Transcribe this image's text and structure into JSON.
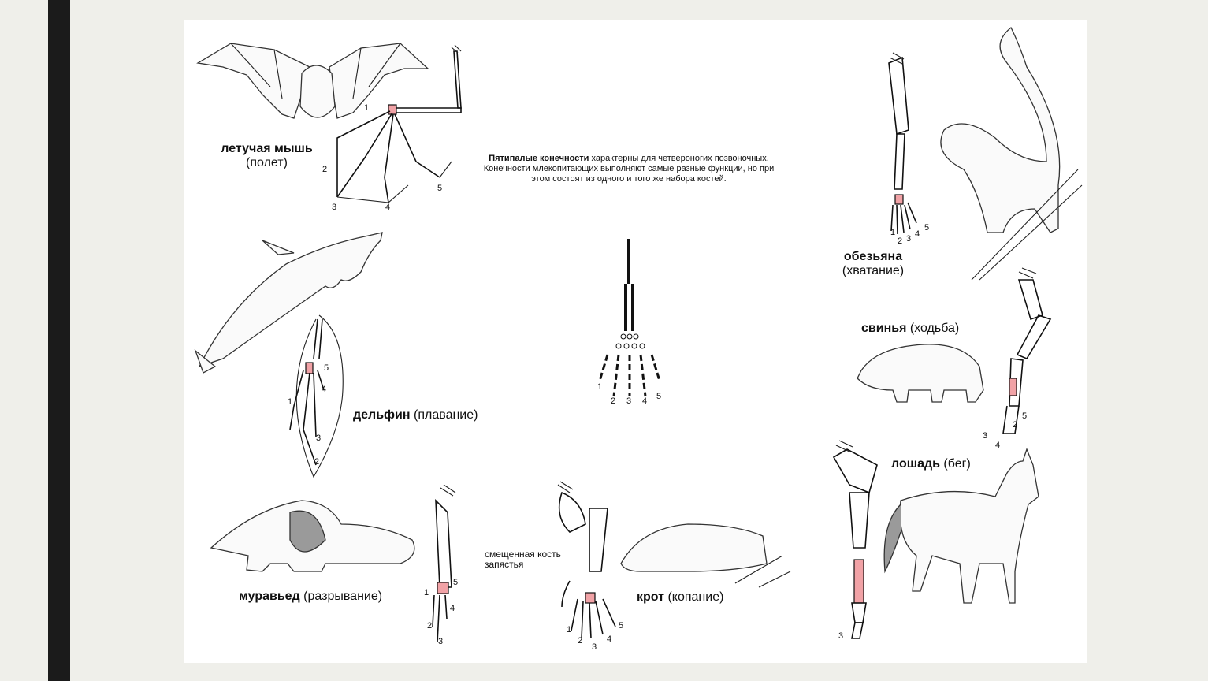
{
  "intro": {
    "bold": "Пятипалые конечности",
    "text": " характерны для четвероногих позвоночных. Конечности млекопитающих выполняют самые разные функции, но при этом состоят из одного и того же  набора костей."
  },
  "animals": {
    "bat": {
      "name": "летучая мышь",
      "function": "(полет)"
    },
    "dolphin": {
      "name": "дельфин",
      "function": "(плавание)"
    },
    "anteater": {
      "name": "муравьед",
      "function": "(разрывание)"
    },
    "mole": {
      "name": "крот",
      "function": "(копание)"
    },
    "monkey": {
      "name": "обезьяна",
      "function": "(хватание)"
    },
    "pig": {
      "name": "свинья",
      "function": "(ходьба)"
    },
    "horse": {
      "name": "лошадь",
      "function": "(бег)"
    }
  },
  "callout": {
    "text": "смещенная кость запястья"
  },
  "digits": [
    "1",
    "2",
    "3",
    "4",
    "5"
  ],
  "colors": {
    "highlight": "#f1a2a6",
    "background": "#efefea",
    "sidebar": "#1b1b1b"
  }
}
